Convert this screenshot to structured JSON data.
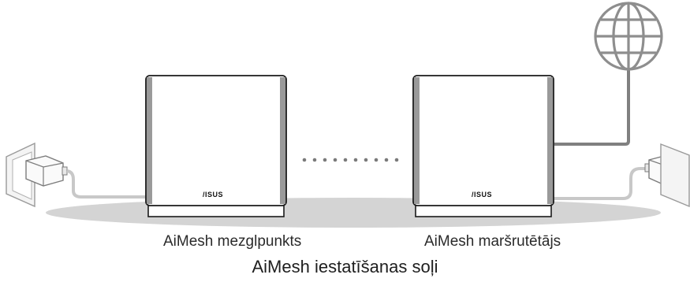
{
  "diagram": {
    "node_caption": "AiMesh mezglpunkts",
    "router_caption": "AiMesh maršrutētājs",
    "title": "AiMesh iestatīšanas soļi",
    "node_brand": "/ISUS",
    "router_brand": "/ISUS",
    "colors": {
      "ground_shadow": "#d4d4d4",
      "cable_light": "#c8c8c8",
      "cable_dark": "#808080",
      "globe": "#8e8e8e",
      "device_outline": "#1a1a1a",
      "dots": "#7a7a7a"
    }
  }
}
